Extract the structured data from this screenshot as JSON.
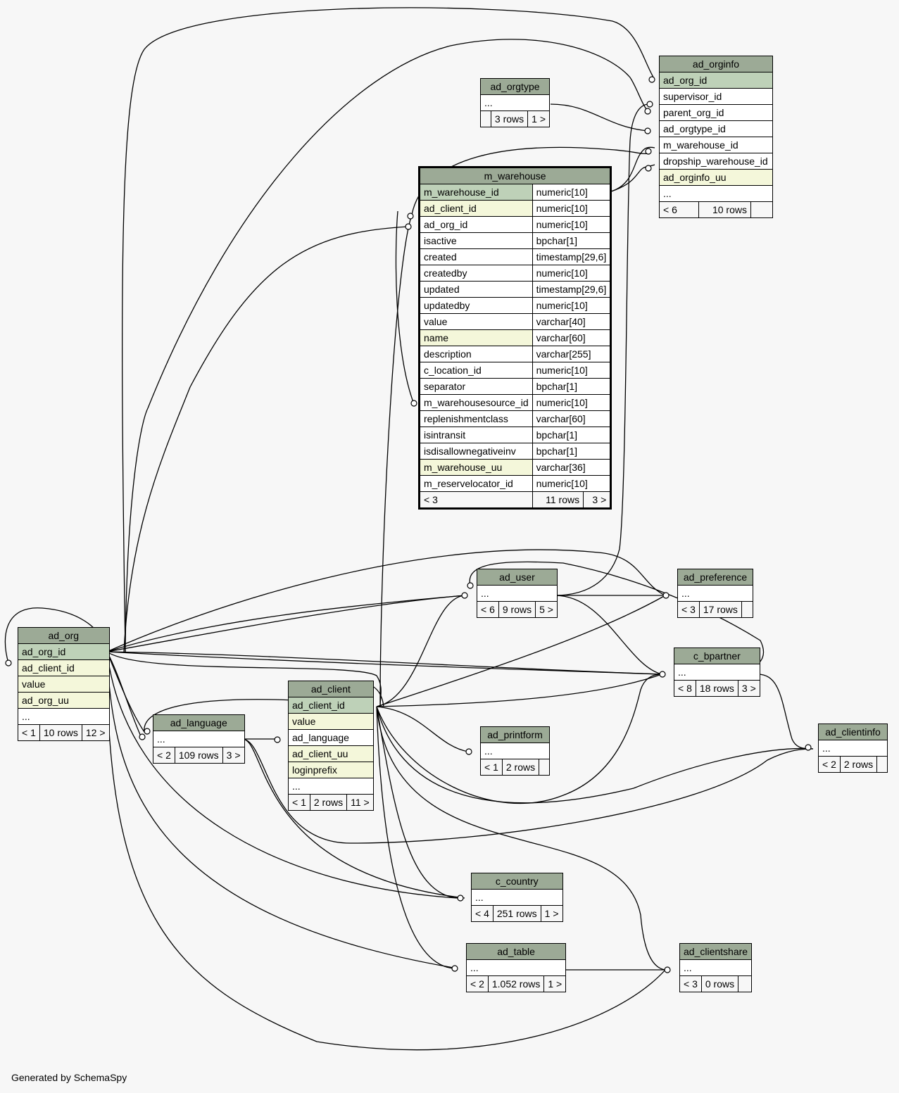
{
  "footer": "Generated by SchemaSpy",
  "tables": {
    "ad_orginfo": {
      "name": "ad_orginfo",
      "columns": [
        "ad_org_id",
        "supervisor_id",
        "parent_org_id",
        "ad_orgtype_id",
        "m_warehouse_id",
        "dropship_warehouse_id",
        "ad_orginfo_uu",
        "..."
      ],
      "parents": "< 6",
      "rows": "10 rows",
      "children": ""
    },
    "ad_orgtype": {
      "name": "ad_orgtype",
      "columns": [
        "..."
      ],
      "parents": "",
      "rows": "3 rows",
      "children": "1 >"
    },
    "m_warehouse": {
      "name": "m_warehouse",
      "columns": [
        {
          "name": "m_warehouse_id",
          "type": "numeric[10]"
        },
        {
          "name": "ad_client_id",
          "type": "numeric[10]"
        },
        {
          "name": "ad_org_id",
          "type": "numeric[10]"
        },
        {
          "name": "isactive",
          "type": "bpchar[1]"
        },
        {
          "name": "created",
          "type": "timestamp[29,6]"
        },
        {
          "name": "createdby",
          "type": "numeric[10]"
        },
        {
          "name": "updated",
          "type": "timestamp[29,6]"
        },
        {
          "name": "updatedby",
          "type": "numeric[10]"
        },
        {
          "name": "value",
          "type": "varchar[40]"
        },
        {
          "name": "name",
          "type": "varchar[60]"
        },
        {
          "name": "description",
          "type": "varchar[255]"
        },
        {
          "name": "c_location_id",
          "type": "numeric[10]"
        },
        {
          "name": "separator",
          "type": "bpchar[1]"
        },
        {
          "name": "m_warehousesource_id",
          "type": "numeric[10]"
        },
        {
          "name": "replenishmentclass",
          "type": "varchar[60]"
        },
        {
          "name": "isintransit",
          "type": "bpchar[1]"
        },
        {
          "name": "isdisallownegativeinv",
          "type": "bpchar[1]"
        },
        {
          "name": "m_warehouse_uu",
          "type": "varchar[36]"
        },
        {
          "name": "m_reservelocator_id",
          "type": "numeric[10]"
        }
      ],
      "parents": "< 3",
      "rows": "11 rows",
      "children": "3 >"
    },
    "ad_user": {
      "name": "ad_user",
      "columns": [
        "..."
      ],
      "parents": "< 6",
      "rows": "9 rows",
      "children": "5 >"
    },
    "ad_preference": {
      "name": "ad_preference",
      "columns": [
        "..."
      ],
      "parents": "< 3",
      "rows": "17 rows",
      "children": ""
    },
    "ad_org": {
      "name": "ad_org",
      "columns": [
        "ad_org_id",
        "ad_client_id",
        "value",
        "ad_org_uu",
        "..."
      ],
      "parents": "< 1",
      "rows": "10 rows",
      "children": "12 >"
    },
    "c_bpartner": {
      "name": "c_bpartner",
      "columns": [
        "..."
      ],
      "parents": "< 8",
      "rows": "18 rows",
      "children": "3 >"
    },
    "ad_client": {
      "name": "ad_client",
      "columns": [
        "ad_client_id",
        "value",
        "ad_language",
        "ad_client_uu",
        "loginprefix",
        "..."
      ],
      "parents": "< 1",
      "rows": "2 rows",
      "children": "11 >"
    },
    "ad_language": {
      "name": "ad_language",
      "columns": [
        "..."
      ],
      "parents": "< 2",
      "rows": "109 rows",
      "children": "3 >"
    },
    "ad_printform": {
      "name": "ad_printform",
      "columns": [
        "..."
      ],
      "parents": "< 1",
      "rows": "2 rows",
      "children": ""
    },
    "ad_clientinfo": {
      "name": "ad_clientinfo",
      "columns": [
        "..."
      ],
      "parents": "< 2",
      "rows": "2 rows",
      "children": ""
    },
    "c_country": {
      "name": "c_country",
      "columns": [
        "..."
      ],
      "parents": "< 4",
      "rows": "251 rows",
      "children": "1 >"
    },
    "ad_table": {
      "name": "ad_table",
      "columns": [
        "..."
      ],
      "parents": "< 2",
      "rows": "1.052 rows",
      "children": "1 >"
    },
    "ad_clientshare": {
      "name": "ad_clientshare",
      "columns": [
        "..."
      ],
      "parents": "< 3",
      "rows": "0 rows",
      "children": ""
    }
  }
}
